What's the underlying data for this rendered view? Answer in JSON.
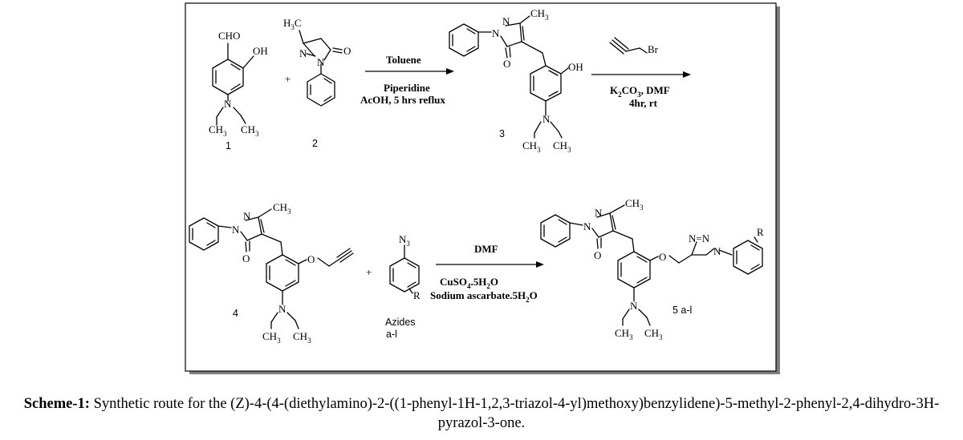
{
  "frame": {
    "border_color": "#000000",
    "shadow_color": "#7f7f7f"
  },
  "compounds": {
    "c1": {
      "number": "1",
      "cho": "CHO",
      "oh": "OH",
      "n": "N",
      "ch3_left": "CH",
      "ch3_right": "CH",
      "sub3": "3"
    },
    "c2": {
      "number": "2",
      "h3c": "H",
      "h3c_sub": "3",
      "h3c_c": "C",
      "n1": "N",
      "n2": "N",
      "o": "O"
    },
    "c3": {
      "number": "3",
      "ch3_top": "CH",
      "n1": "N",
      "n2": "N",
      "o": "O",
      "oh": "OH",
      "n": "N",
      "ch3_left": "CH",
      "ch3_right": "CH",
      "sub3": "3"
    },
    "c4": {
      "number": "4",
      "ch3_top": "CH",
      "n1": "N",
      "n2": "N",
      "o_carbonyl": "O",
      "o_ether": "O",
      "n": "N",
      "ch3_left": "CH",
      "ch3_right": "CH",
      "sub3": "3"
    },
    "azide": {
      "n3": "N",
      "n3_sub": "3",
      "r": "R",
      "caption_line1": "Azides",
      "caption_line2": "a-l"
    },
    "c5": {
      "number": "5 a-l",
      "ch3_top": "CH",
      "n1": "N",
      "n2": "N",
      "o_carbonyl": "O",
      "o_ether": "O",
      "triazole": "N=N",
      "triazole_n": "N",
      "r": "R",
      "n": "N",
      "ch3_left": "CH",
      "ch3_right": "CH",
      "sub3": "3"
    }
  },
  "plus_sign": "+",
  "reactions": {
    "r1": {
      "above": "Toluene",
      "below_line1": "Piperidine",
      "below_line2": "AcOH, 5 hrs reflux"
    },
    "r2": {
      "reagent_br": "Br",
      "below_k": "K",
      "below_k_sub": "2",
      "below_co": "CO",
      "below_co_sub": "3",
      "below_rest": ", DMF",
      "below_line2": "4hr, rt"
    },
    "r3": {
      "above": "DMF",
      "cu": "CuSO",
      "cu_sub": "4",
      "cu_rest": ".5H",
      "cu_sub2": "2",
      "cu_o": "O",
      "asc": "Sodium ascarbate.5H",
      "asc_sub": "2",
      "asc_o": "O"
    }
  },
  "caption": {
    "label": "Scheme-1:",
    "text": " Synthetic route for the (Z)-4-(4-(diethylamino)-2-((1-phenyl-1H-1,2,3-triazol-4-yl)methoxy)benzylidene)-5-methyl-2-phenyl-2,4-dihydro-3H-pyrazol-3-one."
  }
}
